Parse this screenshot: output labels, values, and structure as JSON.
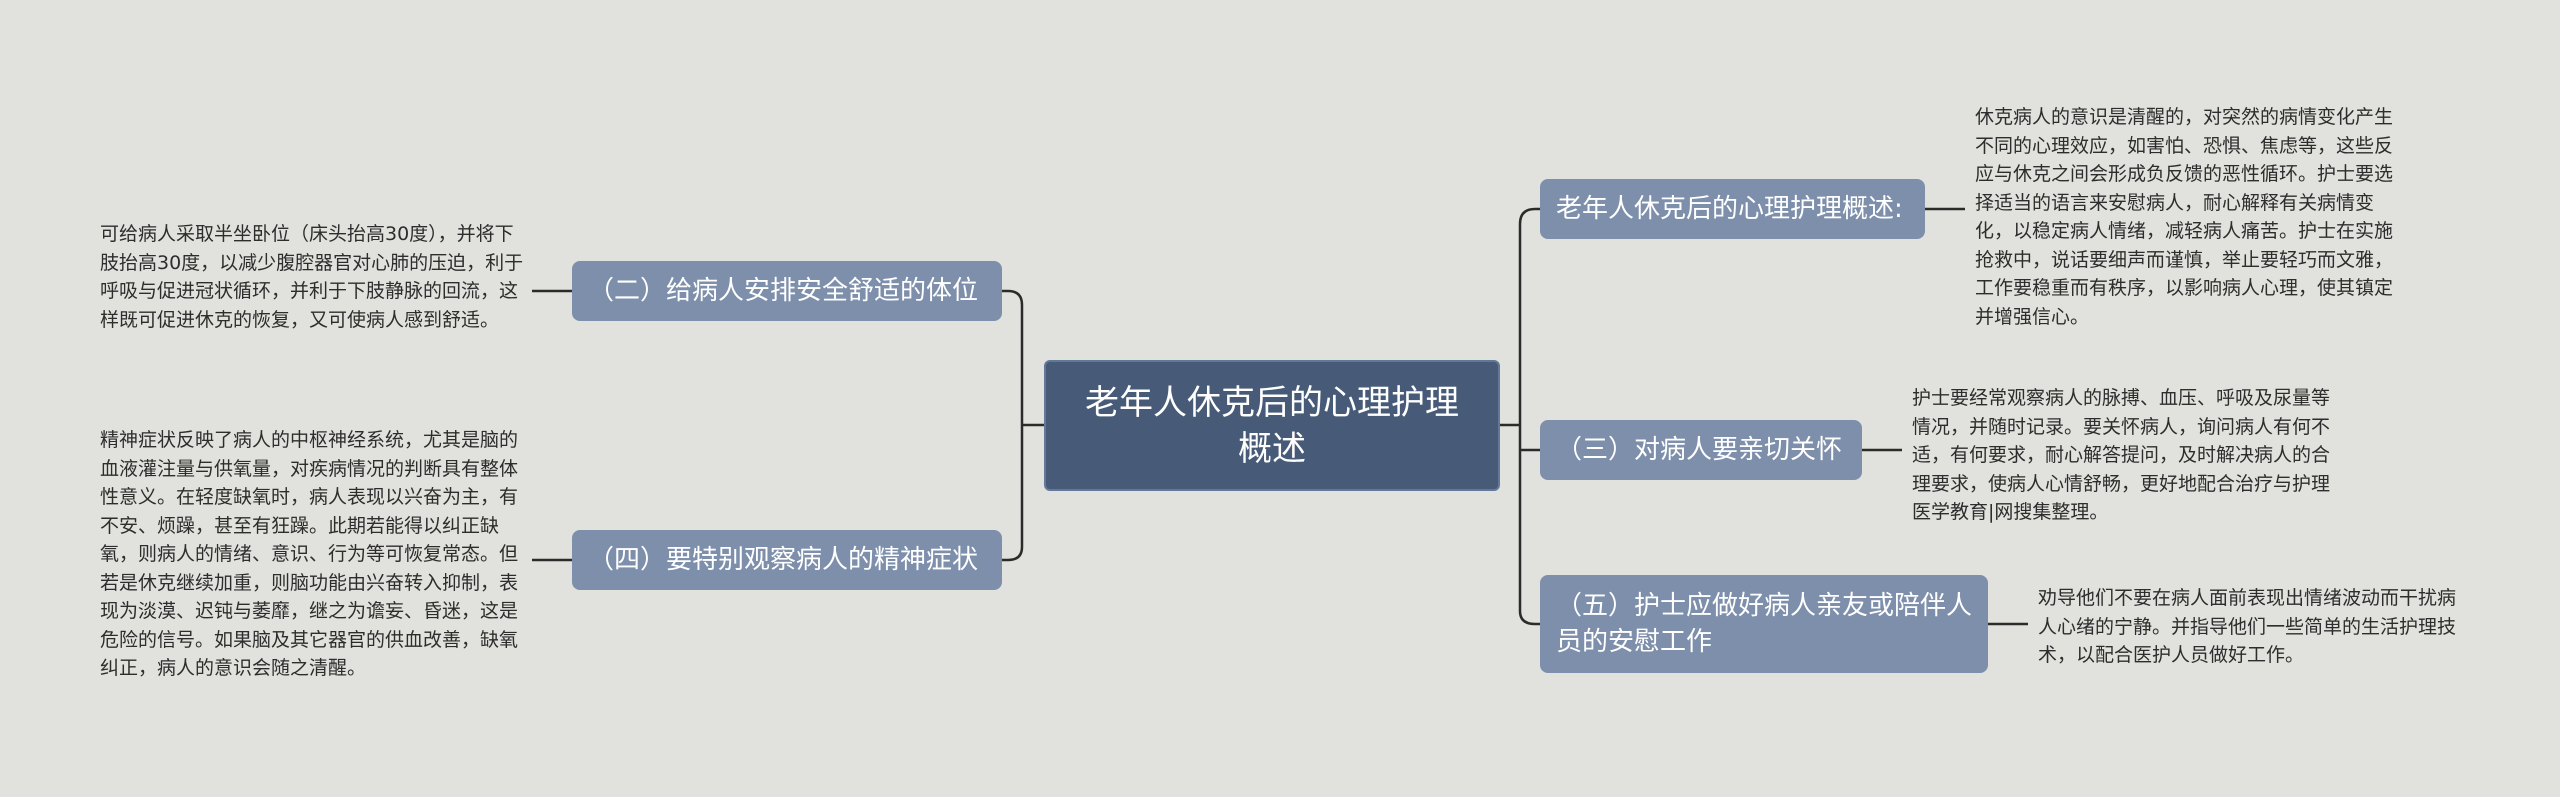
{
  "root": {
    "label": "老年人休克后的心理护理概述"
  },
  "branches": [
    {
      "label": "（二）给病人安排安全舒适的体位",
      "note": "可给病人采取半坐卧位（床头抬高30度），并将下肢抬高30度，以减少腹腔器官对心肺的压迫，利于呼吸与促进冠状循环，并利于下肢静脉的回流，这样既可促进休克的恢复，又可使病人感到舒适。"
    },
    {
      "label": "（四）要特别观察病人的精神症状",
      "note": "精神症状反映了病人的中枢神经系统，尤其是脑的血液灌注量与供氧量，对疾病情况的判断具有整体性意义。在轻度缺氧时，病人表现以兴奋为主，有不安、烦躁，甚至有狂躁。此期若能得以纠正缺氧，则病人的情绪、意识、行为等可恢复常态。但若是休克继续加重，则脑功能由兴奋转入抑制，表现为淡漠、迟钝与萎靡，继之为谵妄、昏迷，这是危险的信号。如果脑及其它器官的供血改善，缺氧纠正，病人的意识会随之清醒。"
    },
    {
      "label": "老年人休克后的心理护理概述:",
      "note": "休克病人的意识是清醒的，对突然的病情变化产生不同的心理效应，如害怕、恐惧、焦虑等，这些反应与休克之间会形成负反馈的恶性循环。护士要选择适当的语言来安慰病人，耐心解释有关病情变化，以稳定病人情绪，减轻病人痛苦。护士在实施抢救中，说话要细声而谨慎，举止要轻巧而文雅，工作要稳重而有秩序，以影响病人心理，使其镇定并增强信心。"
    },
    {
      "label": "（三）对病人要亲切关怀",
      "note": "护士要经常观察病人的脉搏、血压、呼吸及尿量等情况，并随时记录。要关怀病人，询问病人有何不适，有何要求，耐心解答提问，及时解决病人的合理要求，使病人心情舒畅，更好地配合治疗与护理医学教育|网搜集整理。"
    },
    {
      "label": "（五）护士应做好病人亲友或陪伴人员的安慰工作",
      "note": "劝导他们不要在病人面前表现出情绪波动而干扰病人心绪的宁静。并指导他们一些简单的生活护理技术，以配合医护人员做好工作。"
    }
  ]
}
